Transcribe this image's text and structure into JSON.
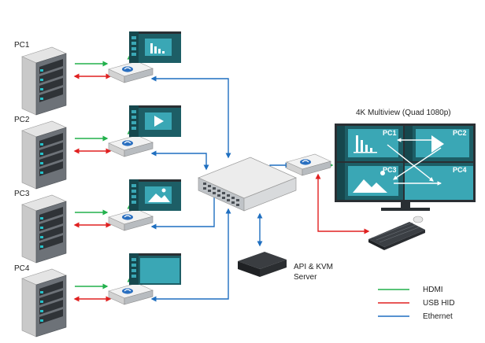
{
  "pcs": [
    {
      "label": "PC1",
      "screen": "chart"
    },
    {
      "label": "PC2",
      "screen": "play"
    },
    {
      "label": "PC3",
      "screen": "image"
    },
    {
      "label": "PC4",
      "screen": "blank"
    }
  ],
  "multiview": {
    "title": "4K Multiview (Quad 1080p)",
    "quadrants": [
      "PC1",
      "PC2",
      "PC3",
      "PC4"
    ]
  },
  "server": {
    "label_line1": "API & KVM",
    "label_line2": "Server"
  },
  "legend": [
    {
      "label": "HDMI",
      "color": "#22b14c"
    },
    {
      "label": "USB HID",
      "color": "#e02020"
    },
    {
      "label": "Ethernet",
      "color": "#1f6fc0"
    }
  ],
  "colors": {
    "hdmi": "#22b14c",
    "usb": "#e02020",
    "ethernet": "#1f6fc0",
    "screen_dark": "#1d5e66",
    "screen_light": "#3aa7b5"
  }
}
